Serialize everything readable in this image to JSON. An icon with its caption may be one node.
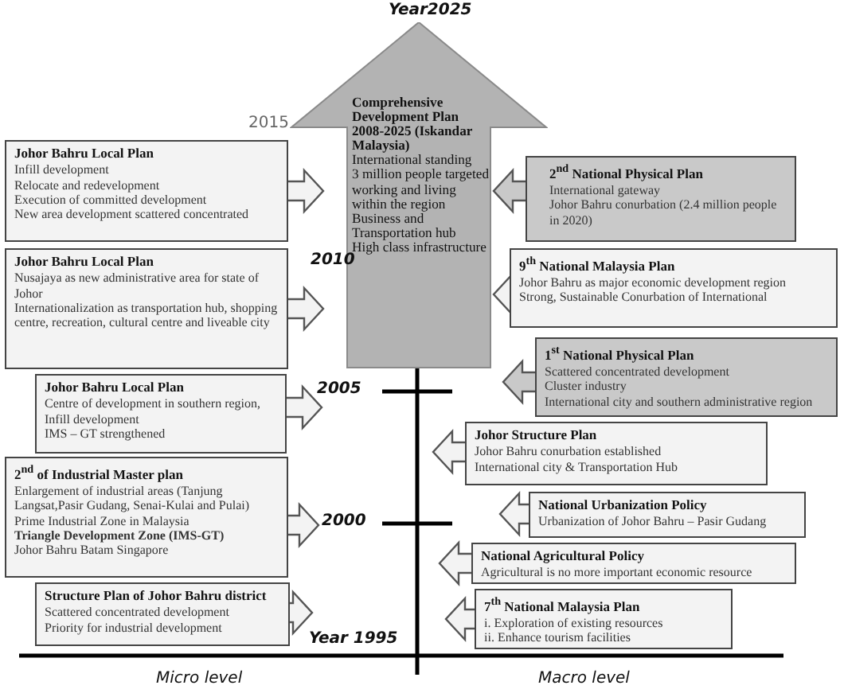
{
  "diagram": {
    "nodes": [
      {
        "text": [
          "Comprehensive Development Plan 2008-2025 (Iskandar Malaysia)",
          "International standing",
          "3 million people targeted working and living within the region",
          "Business and Transportation hub",
          "High class infrastructure"
        ],
        "beside": [
          "Year2025"
        ]
      },
      {
        "text": [
          "Johor Bahru Local Plan",
          "Infill development",
          "Relocate and redevelopment",
          "Execution of committed development",
          "New area development scattered concentrated"
        ]
      },
      {
        "text": [
          "2$^{nd}$ National Physical Plan",
          "International gateway",
          "Johor Bahru conurbation (2.4 million people in 2020)"
        ]
      },
      {
        "text": [
          "Johor Bahru Local Plan",
          "Nusajaya as new administrative area for state of Johor",
          "Internationalization as transportation hub, shopping centre, recreation, cultural centre and liveable city"
        ]
      },
      {
        "text": [
          "9$^{th}$ National Malaysia Plan",
          "Johor Bahru as major economic development region",
          "Strong, Sustainable Conurbation of International"
        ]
      },
      {
        "text": [
          "Johor Bahru Local Plan",
          "Centre of development in southern region, Infill development",
          "IMS – GT strengthened"
        ]
      },
      {
        "text": [
          "1$^{st}$ National Physical Plan",
          "Scattered concentrated development",
          "Cluster industry",
          "International city and southern administrative region"
        ]
      },
      {
        "text": [
          "Johor Structure Plan",
          "Johor Bahru conurbation established",
          "International city & Transportation Hub"
        ]
      },
      {
        "text": [
          "2$^{nd}$ of Industrial Master plan",
          "Enlargement of industrial areas (Tanjung Langsat,Pasir Gudang, Senai-Kulai and Pulai)",
          "Prime Industrial Zone in Malaysia",
          "**Triangle Development Zone (IMS-GT)**",
          "Johor Bahru Batam Singapore"
        ]
      },
      {
        "text": [
          "National Urbanization Policy",
          "Urbanization of Johor Bahru – Pasir Gudang"
        ]
      },
      {
        "text": [
          "National Agricultural Policy",
          "Agricultural is no more important economic resource"
        ]
      },
      {
        "text": [
          "Structure Plan of Johor Bahru district",
          "Scattered concentrated development",
          "Priority for industrial development"
        ]
      },
      {
        "text": [
          "7$^{th}$ National Malaysia Plan",
          "i. Exploration of existing resources",
          "ii. Enhance tourism facilities"
        ]
      }
    ],
    "edges": [
      {
        "from": 1,
        "to": null,
        "arrow": "to"
      },
      {
        "from": 2,
        "to": null,
        "arrow": "to"
      },
      {
        "from": 3,
        "to": null,
        "arrow": "to"
      },
      {
        "from": 4,
        "to": null,
        "arrow": "to"
      },
      {
        "from": 5,
        "to": null,
        "arrow": "to"
      },
      {
        "from": 6,
        "to": null,
        "arrow": "to"
      },
      {
        "from": 7,
        "to": null,
        "arrow": "to"
      },
      {
        "from": 8,
        "to": null,
        "arrow": "to"
      },
      {
        "from": 9,
        "to": null,
        "arrow": "to"
      },
      {
        "from": 10,
        "to": null,
        "arrow": "to"
      },
      {
        "from": 11,
        "to": null,
        "arrow": "to"
      },
      {
        "from": 12,
        "to": null,
        "arrow": "to"
      }
    ],
    "labels": [
      "2015",
      "2010",
      "2005",
      "2000",
      "Year 1995",
      "Micro level",
      "Macro level"
    ]
  }
}
